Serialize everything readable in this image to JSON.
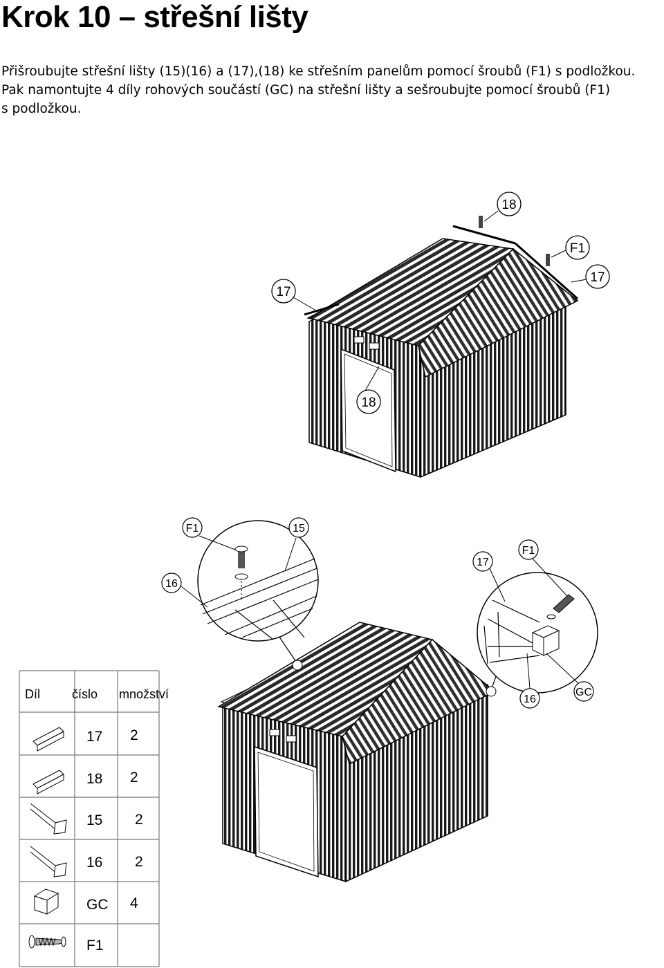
{
  "title": "Krok 10 – střešní lišty",
  "instructions": [
    "Přišroubujte střešní lišty (15)(16) a (17),(18) ke střešním panelům pomocí šroubů (F1) s podložkou.",
    "Pak namontujte 4 díly rohových součástí (GC) na střešní lišty a sešroubujte pomocí šroubů (F1)",
    "s podložkou."
  ],
  "diagram_top": {
    "callouts": [
      "18",
      "F1",
      "17",
      "17",
      "18"
    ]
  },
  "detail_left": {
    "callouts": [
      "F1",
      "15",
      "16"
    ]
  },
  "detail_right": {
    "callouts": [
      "17",
      "F1",
      "16",
      "GC"
    ]
  },
  "parts_table": {
    "headers": [
      "Díl",
      "číslo",
      "množství"
    ],
    "rows": [
      {
        "icon": "roof-trim-icon",
        "number": "17",
        "qty": "2"
      },
      {
        "icon": "roof-trim-icon",
        "number": "18",
        "qty": "2"
      },
      {
        "icon": "angle-trim-icon",
        "number": "15",
        "qty": "2"
      },
      {
        "icon": "angle-trim-icon",
        "number": "16",
        "qty": "2"
      },
      {
        "icon": "corner-cap-icon",
        "number": "GC",
        "qty": "4"
      },
      {
        "icon": "screw-icon",
        "number": "F1",
        "qty": ""
      }
    ]
  }
}
